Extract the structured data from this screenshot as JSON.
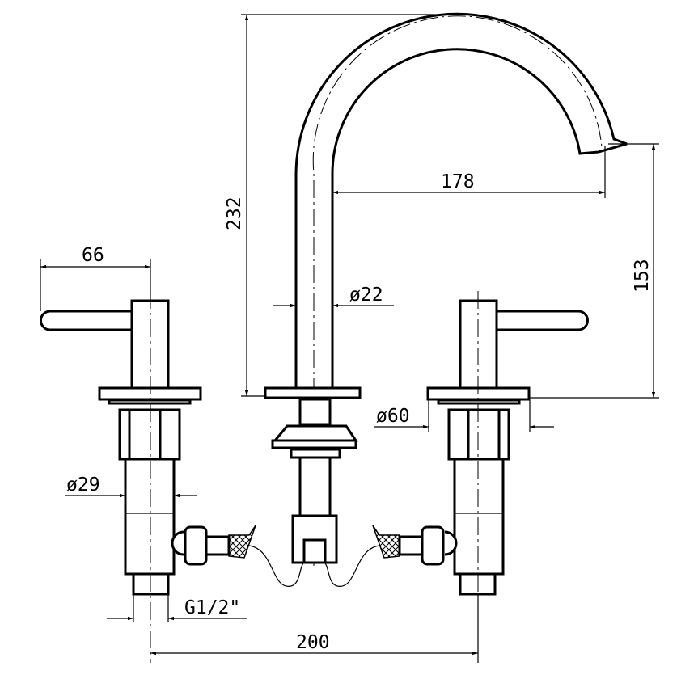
{
  "drawing": {
    "dimensions": {
      "spout_height": "232",
      "spout_reach": "178",
      "spout_outlet_height": "153",
      "handle_length": "66",
      "spout_diameter": "ø22",
      "flange_diameter": "ø60",
      "valve_body_diameter": "ø29",
      "connection_thread": "G1/2\"",
      "center_distance": "200"
    },
    "colors": {
      "line": "#000000",
      "background": "#ffffff"
    }
  }
}
